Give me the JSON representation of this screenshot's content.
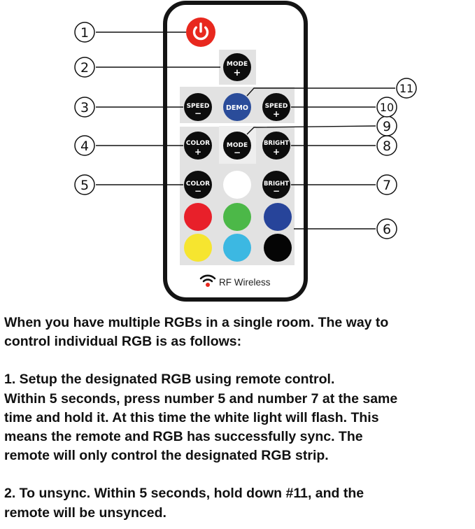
{
  "remote": {
    "buttons": {
      "power": {
        "icon": "power-icon",
        "color": "#e8281e"
      },
      "mode_plus": {
        "line1": "MODE",
        "line2": "+"
      },
      "speed_minus": {
        "line1": "SPEED",
        "line2": "−"
      },
      "demo": {
        "line1": "DEMO",
        "color": "#2a4c9a"
      },
      "speed_plus": {
        "line1": "SPEED",
        "line2": "+"
      },
      "color_plus": {
        "line1": "COLOR",
        "line2": "+"
      },
      "mode_minus": {
        "line1": "MODE",
        "line2": "−"
      },
      "bright_plus": {
        "line1": "BRIGHT",
        "line2": "+"
      },
      "color_minus": {
        "line1": "COLOR",
        "line2": "−"
      },
      "bright_minus": {
        "line1": "BRIGHT",
        "line2": "−"
      }
    },
    "swatches": {
      "white": "#ffffff",
      "red": "#e8202a",
      "green": "#4cb848",
      "blue": "#27449a",
      "yellow": "#f6e52f",
      "cyan": "#3cb8e2",
      "black": "#050505"
    },
    "footer": {
      "label": "RF Wireless",
      "icon": "wireless-signal-icon"
    }
  },
  "callouts": {
    "c1": "1",
    "c2": "2",
    "c3": "3",
    "c4": "4",
    "c5": "5",
    "c6": "6",
    "c7": "7",
    "c8": "8",
    "c9": "9",
    "c10": "10",
    "c11": "11"
  },
  "instructions": {
    "intro": [
      "When you have multiple RGBs in a single room.  The way to",
      "control individual RGB is as follows:"
    ],
    "step1": [
      "1.  Setup the designated RGB using remote control.",
      "Within 5 seconds, press number 5 and number 7 at the same",
      "time and hold it.  At this time the white light will flash.  This",
      "means the remote and RGB has successfully sync.  The",
      "remote will only control the designated RGB strip."
    ],
    "step2": [
      "2.  To unsync.  Within 5 seconds, hold down #11, and the",
      "remote will be unsynced."
    ]
  }
}
